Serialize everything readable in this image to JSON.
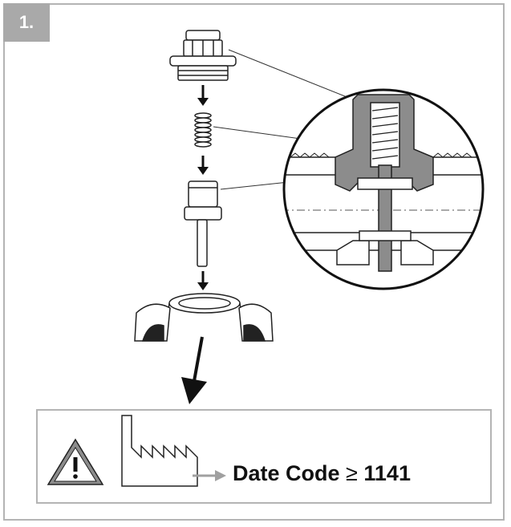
{
  "step": {
    "label": "1."
  },
  "notice": {
    "prefix": "Date Code",
    "operator": "≥",
    "value": "1141"
  },
  "colors": {
    "frame": "#b4b4b4",
    "badge": "#a9a9a9",
    "part_gray": "#8c8c8c",
    "arrow_gray": "#a0a0a0"
  },
  "icons": [
    "warning-icon",
    "factory-icon",
    "arrow-right-icon",
    "arrow-down-icon"
  ]
}
